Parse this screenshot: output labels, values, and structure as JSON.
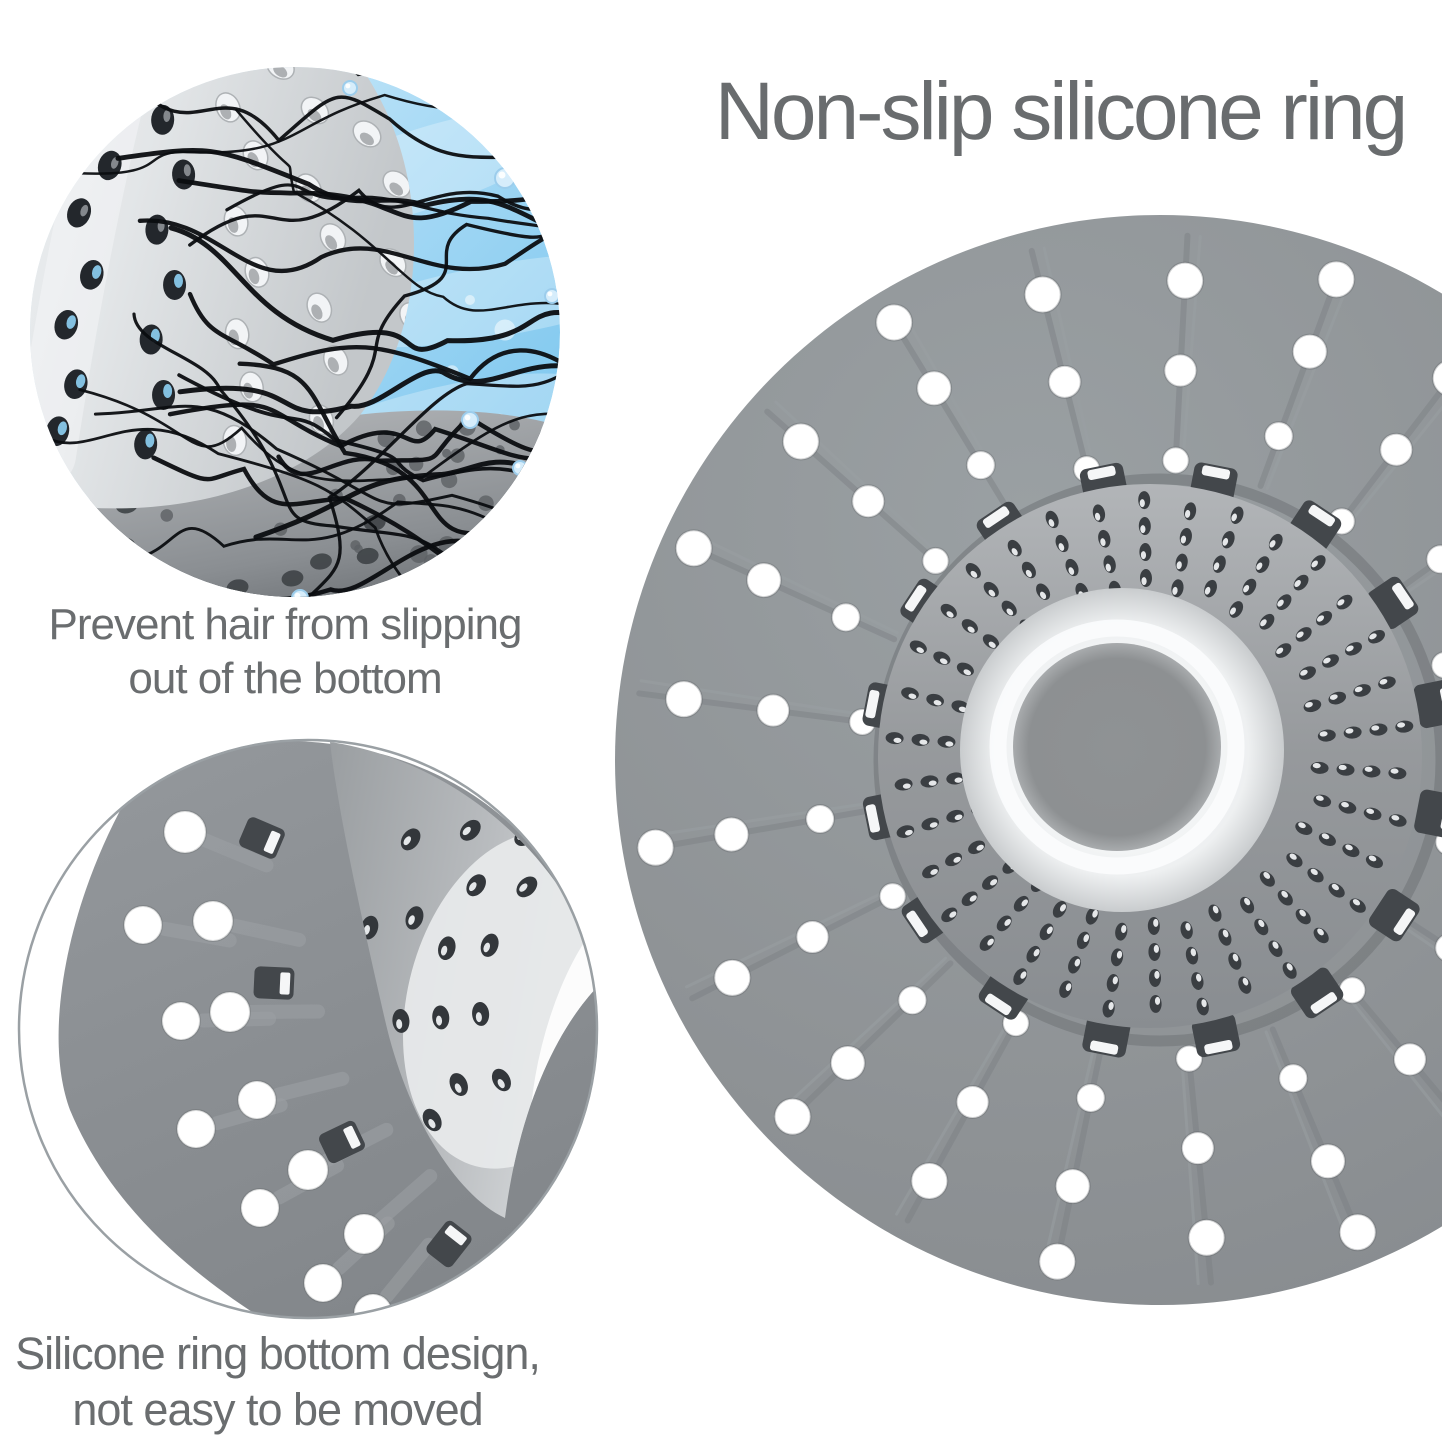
{
  "title": "Non-slip silicone ring",
  "captions": {
    "top": [
      "Prevent hair from slipping",
      "out of the bottom"
    ],
    "bottom": [
      "Silicone ring bottom design,",
      "not easy to be moved"
    ]
  },
  "colors": {
    "background": "#ffffff",
    "text": "#6a6d6f",
    "silicone": "#8c9093",
    "silicone_light": "#9aa0a3",
    "silicone_dark": "#7b7f83",
    "hole_white": "#ffffff",
    "tooth": "#43474b",
    "tooth_slot": "#f5f6f7",
    "basket_hole": "#3a3e42",
    "glint": "#eef0f2",
    "funnel_bright": "#f4f6f7",
    "disk": "#8f9294",
    "sky_light": "#ddf1fc",
    "sky_mid": "#a8daf5",
    "sky_deep": "#6ec0ec",
    "cone_light": "#f2f4f6",
    "cone_dark": "#c3c7ca",
    "cone_hole_dark": "#23272c",
    "cone_hole_blue": "#8ed2f4",
    "cone_hole_glass": "#f2f4f6",
    "cone_hole_shade": "#9b9fa2",
    "plate_light": "#abaeb1",
    "plate_dark": "#54585c",
    "plate_rim": "#45494e",
    "plate_dot": "#5c6064",
    "hair": "#0b0d10",
    "droplet": "#d6edfb",
    "droplet_edge": "#9ccdec",
    "sheet": "#898d91",
    "sheet_groove": "#9da1a5",
    "metal_bright": "#e7e9ea",
    "border": "#9aa0a4"
  }
}
